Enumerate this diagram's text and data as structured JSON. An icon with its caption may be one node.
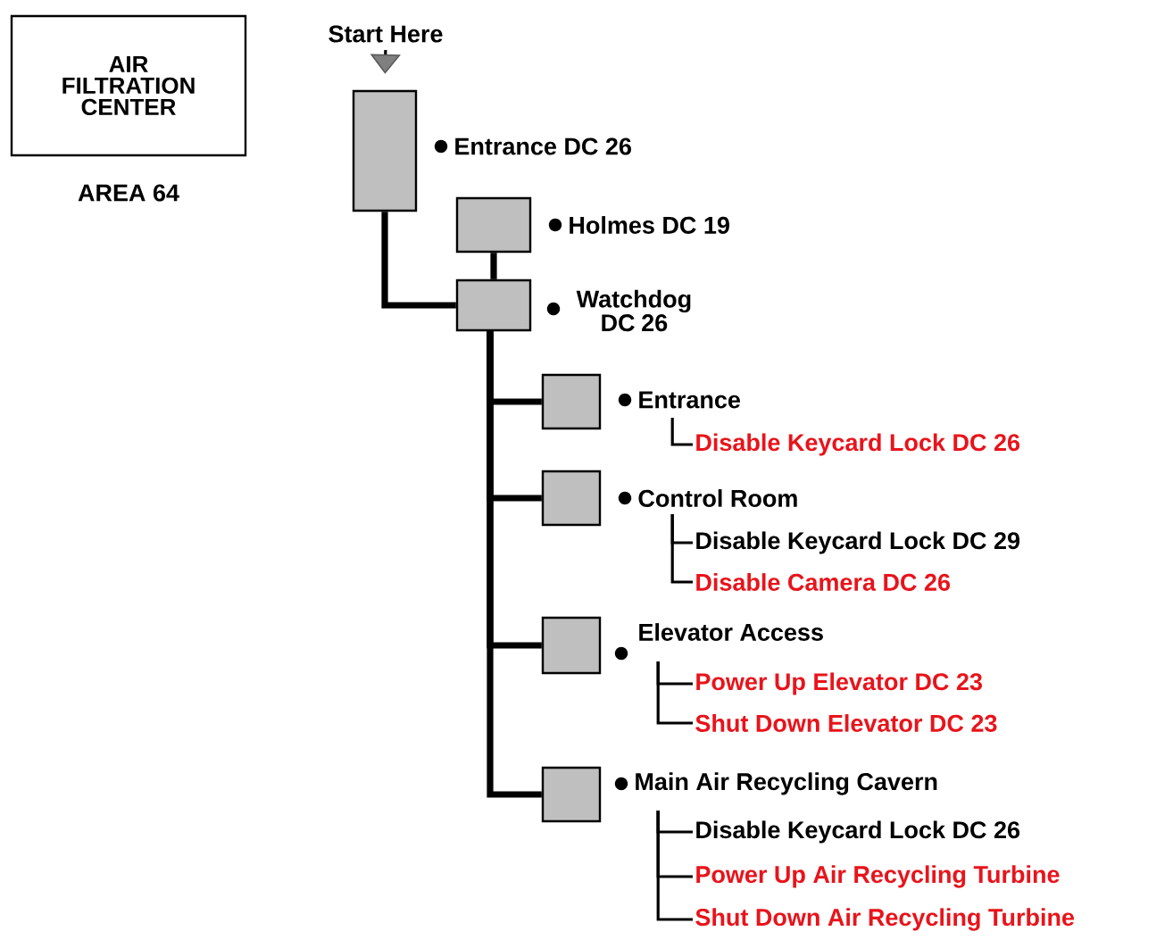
{
  "diagram": {
    "nodes": [
      {
        "text": [
          "AIR FILTRATION CENTER"
        ],
        "beside": [
          "AREA 64"
        ]
      },
      {
        "text": [
          "Start Here"
        ]
      },
      {
        "text": [],
        "shape": "box",
        "beside": [
          "Entrance DC 26"
        ]
      },
      {
        "text": [],
        "shape": "box",
        "beside": [
          "Holmes DC 19"
        ]
      },
      {
        "text": [],
        "shape": "box",
        "beside": [
          "Watchdog DC 26"
        ]
      },
      {
        "text": [],
        "shape": "box",
        "beside": [
          "Entrance"
        ]
      },
      {
        "text": [
          "Disable Keycard Lock  DC 26"
        ]
      },
      {
        "text": [],
        "shape": "box",
        "beside": [
          "Control Room"
        ]
      },
      {
        "text": [
          "Disable Keycard Lock  DC 29"
        ]
      },
      {
        "text": [
          "Disable Camera  DC 26"
        ]
      },
      {
        "text": [],
        "shape": "box",
        "beside": [
          "Elevator Access"
        ]
      },
      {
        "text": [
          "Power Up Elevator  DC 23"
        ]
      },
      {
        "text": [
          "Shut Down Elevator  DC 23"
        ]
      },
      {
        "text": [],
        "shape": "box",
        "beside": [
          "Main Air Recycling Cavern"
        ]
      },
      {
        "text": [
          "Disable Keycard Lock  DC 26"
        ]
      },
      {
        "text": [
          "Power Up Air Recycling Turbine"
        ]
      },
      {
        "text": [
          "Shut Down Air Recycling Turbine"
        ]
      }
    ],
    "edges": [
      {
        "from": 1,
        "to": 2,
        "arrow": "to"
      },
      {
        "from": 2,
        "to": 4,
        "arrow": "none",
        "style": "thick"
      },
      {
        "from": 3,
        "to": 4,
        "arrow": "none",
        "style": "thick"
      },
      {
        "from": 4,
        "to": 5,
        "arrow": "none",
        "style": "thick"
      },
      {
        "from": 4,
        "to": 7,
        "arrow": "none",
        "style": "thick"
      },
      {
        "from": 4,
        "to": 10,
        "arrow": "none",
        "style": "thick"
      },
      {
        "from": 4,
        "to": 13,
        "arrow": "none",
        "style": "thick"
      },
      {
        "from": 5,
        "to": 6,
        "arrow": "none"
      },
      {
        "from": 7,
        "to": 8,
        "arrow": "none"
      },
      {
        "from": 7,
        "to": 9,
        "arrow": "none"
      },
      {
        "from": 10,
        "to": 11,
        "arrow": "none"
      },
      {
        "from": 10,
        "to": 12,
        "arrow": "none"
      },
      {
        "from": 13,
        "to": 14,
        "arrow": "none"
      },
      {
        "from": 13,
        "to": 15,
        "arrow": "none"
      },
      {
        "from": 13,
        "to": 16,
        "arrow": "none"
      }
    ]
  }
}
